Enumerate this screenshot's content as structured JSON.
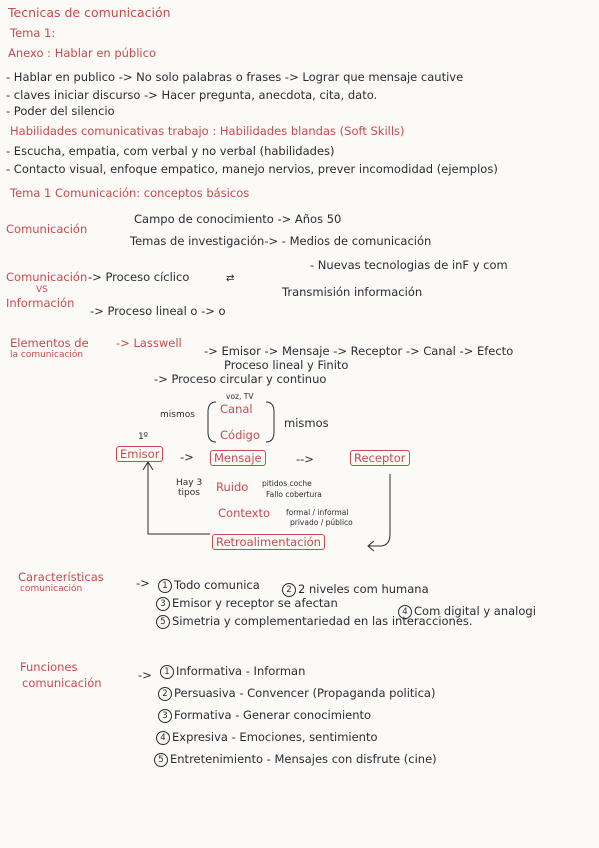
{
  "header": {
    "title": "Tecnicas de comunicación",
    "tema1": "Tema 1:",
    "anexo": "Anexo : Hablar en público"
  },
  "hablar_publico": {
    "l1": "- Hablar en publico -> No solo palabras o frases -> Lograr que mensaje cautive",
    "l2": "- claves iniciar discurso -> Hacer pregunta, anecdota, cita, dato.",
    "l3": "- Poder del silencio"
  },
  "habilidades": {
    "title": "Habilidades comunicativas trabajo : Habilidades blandas (Soft Skills)",
    "l1": "- Escucha, empatia, com verbal y no verbal (habilidades)",
    "l2": "- Contacto visual, enfoque empatico, manejo nervios, prever incomodidad (ejemplos)"
  },
  "conceptos": {
    "title": "Tema 1 Comunicación: conceptos básicos",
    "comunicacion": "Comunicación",
    "campo": "Campo de conocimiento -> Años 50",
    "temas": "Temas de investigación-> - Medios de comunicación",
    "nuevas": "- Nuevas tecnologias de inF y com"
  },
  "vs": {
    "comunicacion": "Comunicación",
    "comunicacion_def": "-> Proceso cíclico",
    "transmision": "Transmisión información",
    "vs": "VS",
    "informacion": "Información",
    "informacion_def": "-> Proceso lineal o -> o"
  },
  "elementos": {
    "title1": "Elementos de",
    "title2": "la comunicación",
    "lasswell": "-> Lasswell",
    "lasswell_chain": "-> Emisor -> Mensaje -> Receptor -> Canal -> Efecto",
    "lineal": "Proceso lineal y Finito",
    "circular": "-> Proceso circular y continuo"
  },
  "diagrama": {
    "voz": "voz, TV",
    "mismos_l": "mismos",
    "canal": "Canal",
    "codigo": "Código",
    "mismos_r": "mismos",
    "uno": "1º",
    "emisor": "Emisor",
    "mensaje": "Mensaje",
    "receptor": "Receptor",
    "hay": "Hay 3",
    "tipos": "tipos",
    "ruido": "Ruido",
    "pitidos": "pitidos coche",
    "fallo": "Fallo cobertura",
    "contexto": "Contexto",
    "formal": "formal / informal",
    "privado": "privado / público",
    "retro": "Retroalimentación",
    "arrow1": "->",
    "arrow2": "-->"
  },
  "caracteristicas": {
    "title1": "Características",
    "title2": "comunicación",
    "arrow": "->",
    "i1": "Todo comunica",
    "i2": "2 niveles com humana",
    "i3": "Emisor y receptor se afectan",
    "i4": "Com digital y analogi",
    "i5": "Simetria y complementariedad en las interacciones."
  },
  "funciones": {
    "title1": "Funciones",
    "title2": "comunicación",
    "arrow": "->",
    "i1": "Informativa - Informan",
    "i2": "Persuasiva - Convencer (Propaganda politica)",
    "i3": "Formativa - Generar conocimiento",
    "i4": "Expresiva - Emociones, sentimiento",
    "i5": "Entretenimiento - Mensajes con disfrute (cine)"
  },
  "numbers": [
    "1",
    "2",
    "3",
    "4",
    "5"
  ],
  "colors": {
    "red_ink": "#c94a4f",
    "black_ink": "#2b2b33",
    "paper": "#fbfaf7"
  }
}
